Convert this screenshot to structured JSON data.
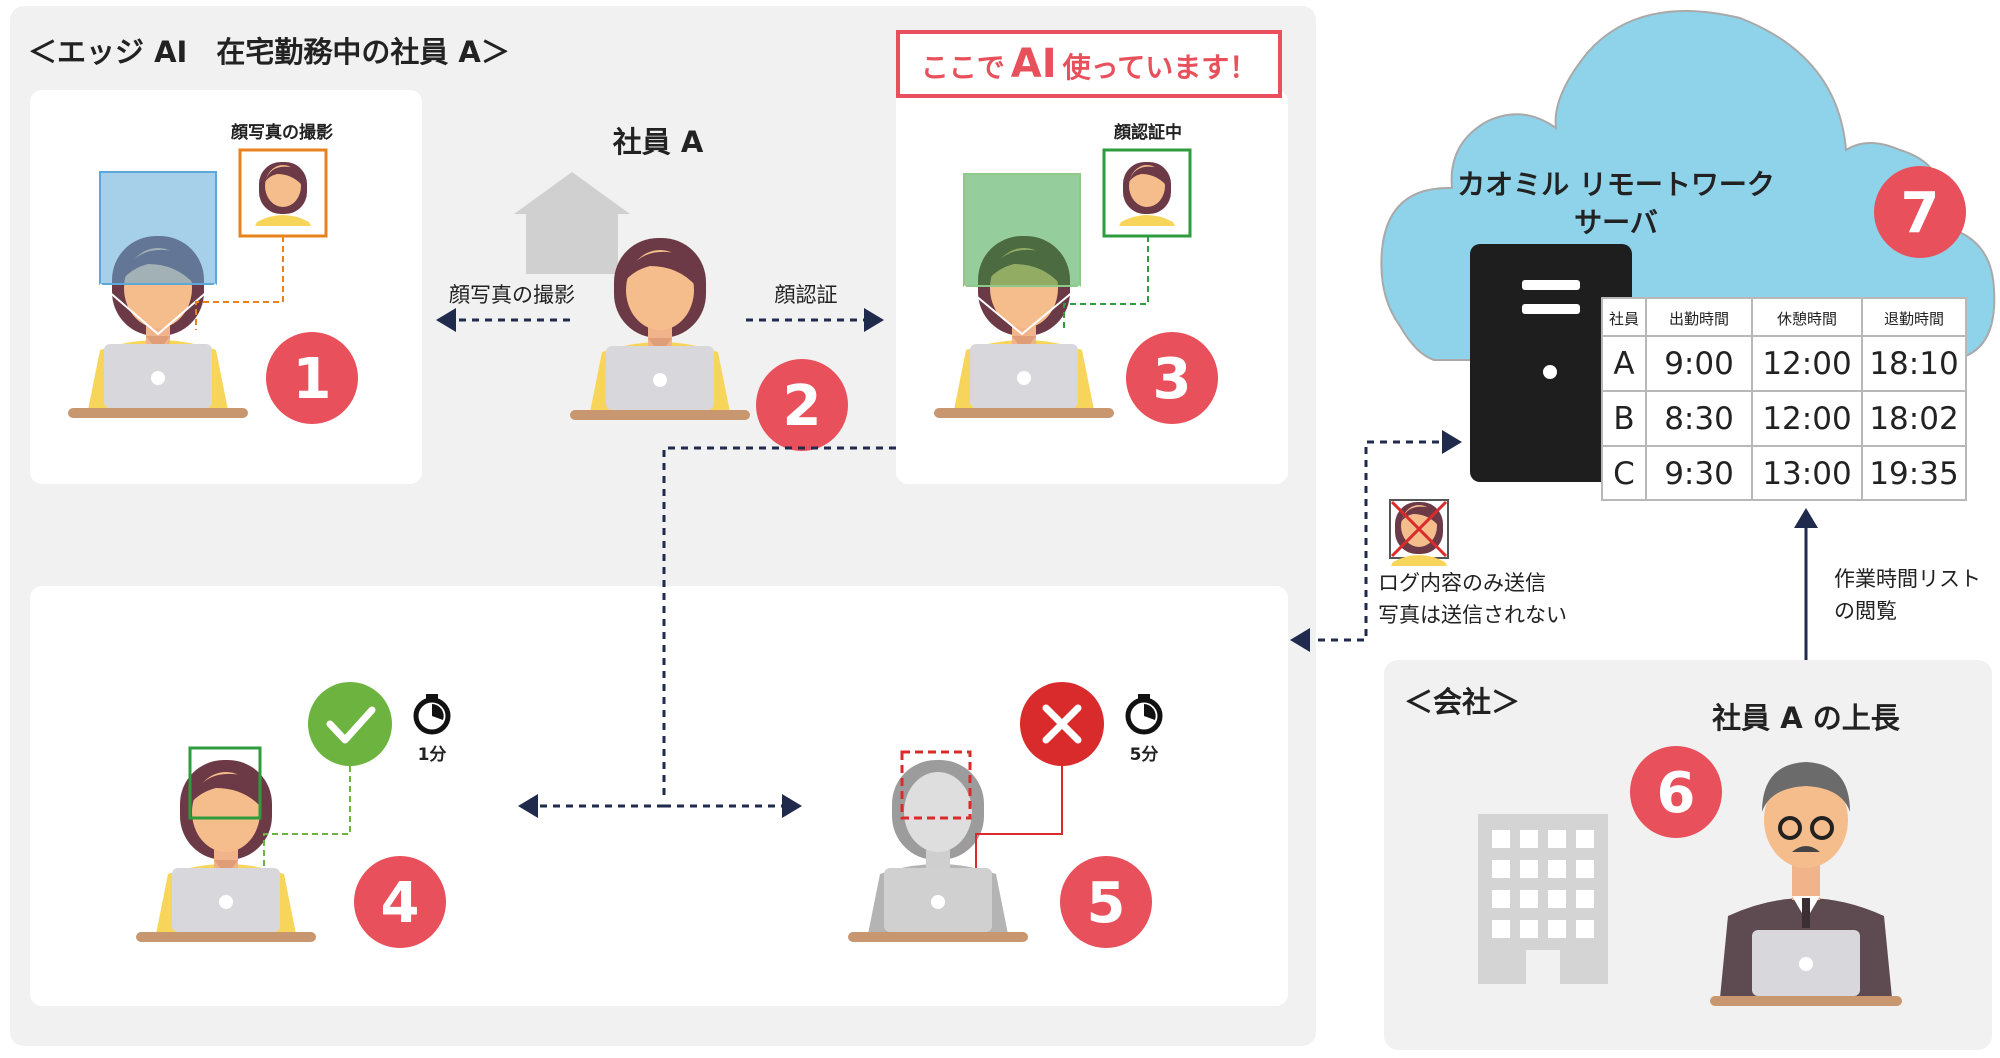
{
  "edge": {
    "title": "＜エッジ AI　在宅勤務中の社員 A＞",
    "ai_badge_prefix": "ここで",
    "ai_badge_ai": "AI",
    "ai_badge_suffix": "使っています！"
  },
  "panel1": {
    "caption": "顔写真の撮影",
    "step": "1"
  },
  "panel2": {
    "title": "社員 A",
    "left_arrow_label": "顔写真の撮影",
    "right_arrow_label": "顔認証",
    "step": "2"
  },
  "panel3": {
    "caption": "顔認証中",
    "step": "3"
  },
  "panel4": {
    "timer": "1分",
    "step": "4"
  },
  "panel5": {
    "timer": "5分",
    "step": "5"
  },
  "cloud": {
    "title_line1": "カオミル リモートワーク",
    "title_line2": "サーバ",
    "step": "7"
  },
  "table": {
    "headers": [
      "社員",
      "出勤時間",
      "休憩時間",
      "退勤時間"
    ],
    "rows": [
      [
        "A",
        "9:00",
        "12:00",
        "18:10"
      ],
      [
        "B",
        "8:30",
        "12:00",
        "18:02"
      ],
      [
        "C",
        "9:30",
        "13:00",
        "19:35"
      ]
    ]
  },
  "log": {
    "line1": "ログ内容のみ送信",
    "line2": "写真は送信されない"
  },
  "review": {
    "line1": "作業時間リスト",
    "line2": "の閲覧"
  },
  "company": {
    "title": "＜会社＞",
    "boss_label": "社員 A の上長",
    "step": "6"
  },
  "colors": {
    "step_red": "#e8505b",
    "navy": "#1f2a4d",
    "panel_bg": "#f1f1f1",
    "cloud": "#8fd3ea",
    "success": "#6db33f",
    "fail": "#d92b2b",
    "scan_green": "#2e9c3c",
    "scan_orange": "#e8821c",
    "scan_blue": "#5da8d8"
  }
}
